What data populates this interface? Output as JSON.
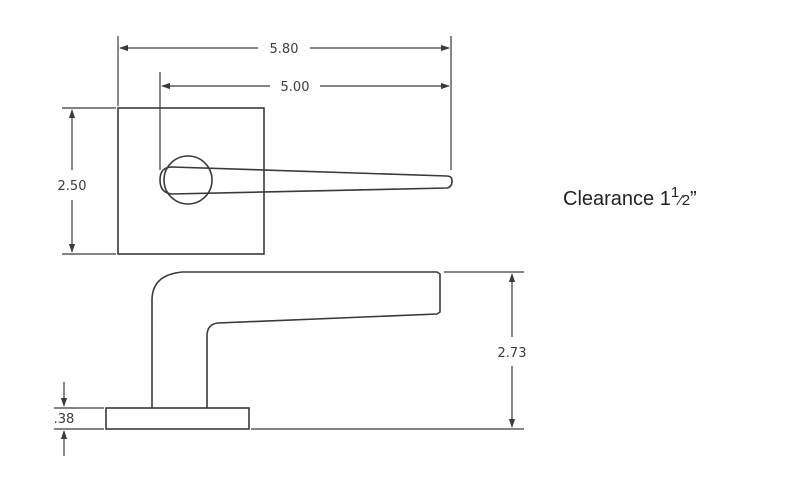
{
  "dimensions": {
    "overall_length": "5.80",
    "lever_length": "5.00",
    "rose_size": "2.50",
    "height": "2.73",
    "rose_thickness": ".38"
  },
  "clearance": {
    "label": "Clearance 1",
    "fraction_numerator": "1",
    "fraction_denominator": "2",
    "inch_mark": "”"
  }
}
